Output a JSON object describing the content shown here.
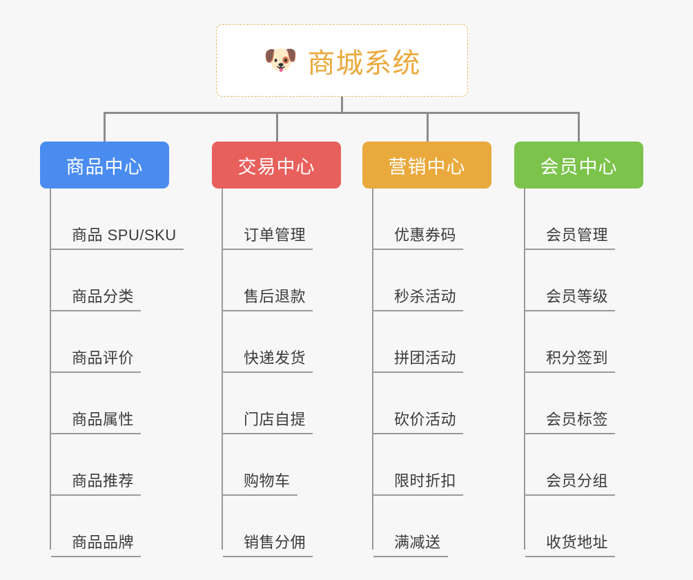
{
  "diagram": {
    "title": "商城系统",
    "root": {
      "icon": "dog-face-emoji",
      "icon_glyph": "🐶",
      "label": "商城系统",
      "text_color": "#eaa93c",
      "border_color": "#e8b86b",
      "background": "#ffffff"
    },
    "background_color": "#f7f7f7",
    "connector_color": "#8c8c8c",
    "leaf_line_color": "#999999",
    "leaf_text_color": "#3a3a3a",
    "branches": [
      {
        "label": "商品中心",
        "color": "#4a8cf0",
        "items": [
          "商品 SPU/SKU",
          "商品分类",
          "商品评价",
          "商品属性",
          "商品推荐",
          "商品品牌"
        ]
      },
      {
        "label": "交易中心",
        "color": "#e8605c",
        "items": [
          "订单管理",
          "售后退款",
          "快递发货",
          "门店自提",
          "购物车",
          "销售分佣"
        ]
      },
      {
        "label": "营销中心",
        "color": "#eaa93c",
        "items": [
          "优惠券码",
          "秒杀活动",
          "拼团活动",
          "砍价活动",
          "限时折扣",
          "满减送"
        ]
      },
      {
        "label": "会员中心",
        "color": "#7cc34c",
        "items": [
          "会员管理",
          "会员等级",
          "积分签到",
          "会员标签",
          "会员分组",
          "收货地址"
        ]
      }
    ]
  }
}
